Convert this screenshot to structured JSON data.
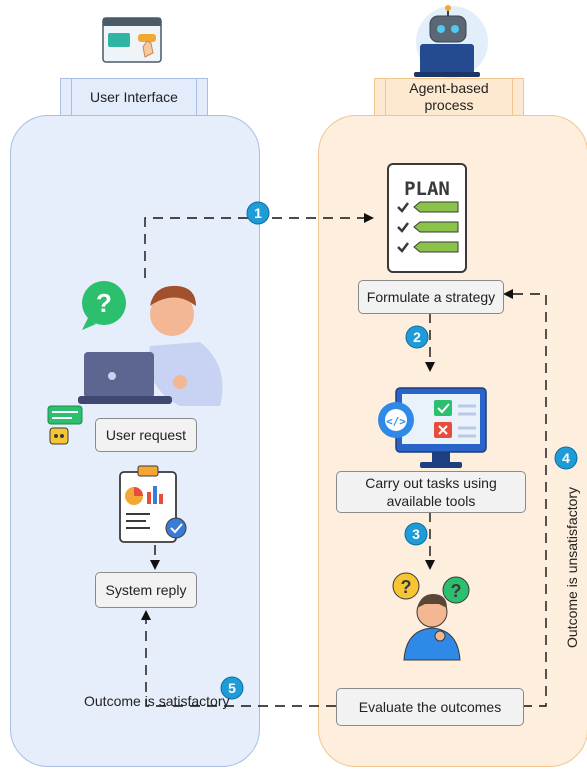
{
  "headers": {
    "user_interface": "User Interface",
    "agent_line1": "Agent-based",
    "agent_line2": "process"
  },
  "boxes": {
    "user_request": "User request",
    "system_reply": "System reply",
    "formulate": "Formulate a strategy",
    "carry_out_line1": "Carry out tasks using",
    "carry_out_line2": "available tools",
    "evaluate": "Evaluate the outcomes"
  },
  "labels": {
    "satisfactory": "Outcome is satisfactory",
    "unsatisfactory": "Outcome is unsatisfactory"
  },
  "steps": [
    "1",
    "2",
    "3",
    "4",
    "5"
  ],
  "icons": {
    "plan_text": "PLAN",
    "question_mark": "?"
  },
  "colors": {
    "left_panel": "#e6eefb",
    "right_panel": "#fdeedd",
    "badge": "#1f9bd7",
    "plan_check": "#8bc34a"
  }
}
